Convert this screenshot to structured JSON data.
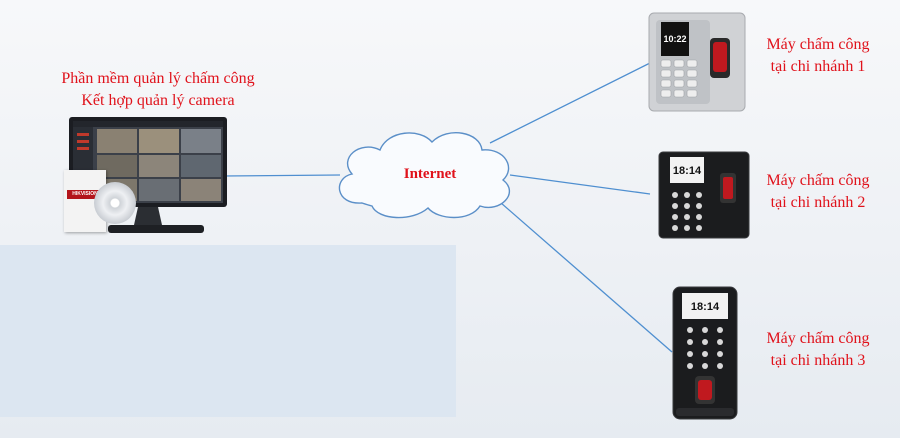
{
  "software": {
    "line1": "Phần mềm quản lý chấm công",
    "line2": "Kết hợp quản lý camera",
    "box_brand": "HIKVISION"
  },
  "cloud": {
    "label": "Internet"
  },
  "branches": [
    {
      "line1": "Máy chấm công",
      "line2": "tại chi nhánh 1",
      "screen_time": "10:22"
    },
    {
      "line1": "Máy chấm công",
      "line2": "tại chi nhánh 2",
      "screen_time": "18:14"
    },
    {
      "line1": "Máy chấm công",
      "line2": "tại chi nhánh 3",
      "screen_time": "18:14"
    }
  ],
  "colors": {
    "label_red": "#e0121b",
    "link_blue": "#4f8fd0",
    "panel_blue": "#dce6f1"
  }
}
